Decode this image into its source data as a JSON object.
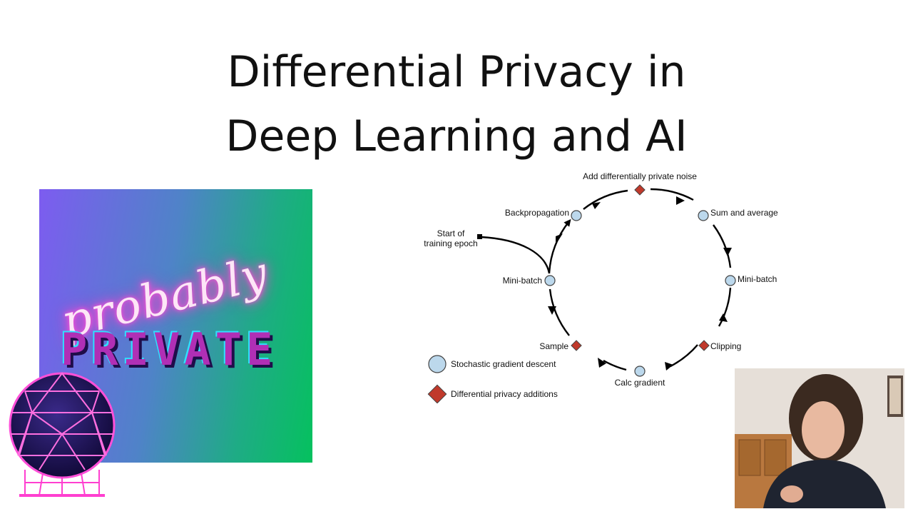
{
  "slide": {
    "title_line1": "Differential Privacy in",
    "title_line2": "Deep Learning and AI"
  },
  "logo": {
    "script_text": "probably",
    "block_text": "PRIVATE"
  },
  "diagram": {
    "start_label_line1": "Start of",
    "start_label_line2": "training epoch",
    "nodes": {
      "mini_batch_left": "Mini-batch",
      "backpropagation": "Backpropagation",
      "add_noise": "Add differentially private noise",
      "sum_average": "Sum and average",
      "mini_batch_right": "Mini-batch",
      "clipping": "Clipping",
      "calc_gradient": "Calc gradient",
      "sample": "Sample"
    },
    "legend": {
      "sgd": "Stochastic gradient descent",
      "dp": "Differential privacy additions"
    },
    "colors": {
      "sgd_fill": "#bcd8ec",
      "dp_fill": "#c0392b"
    }
  }
}
